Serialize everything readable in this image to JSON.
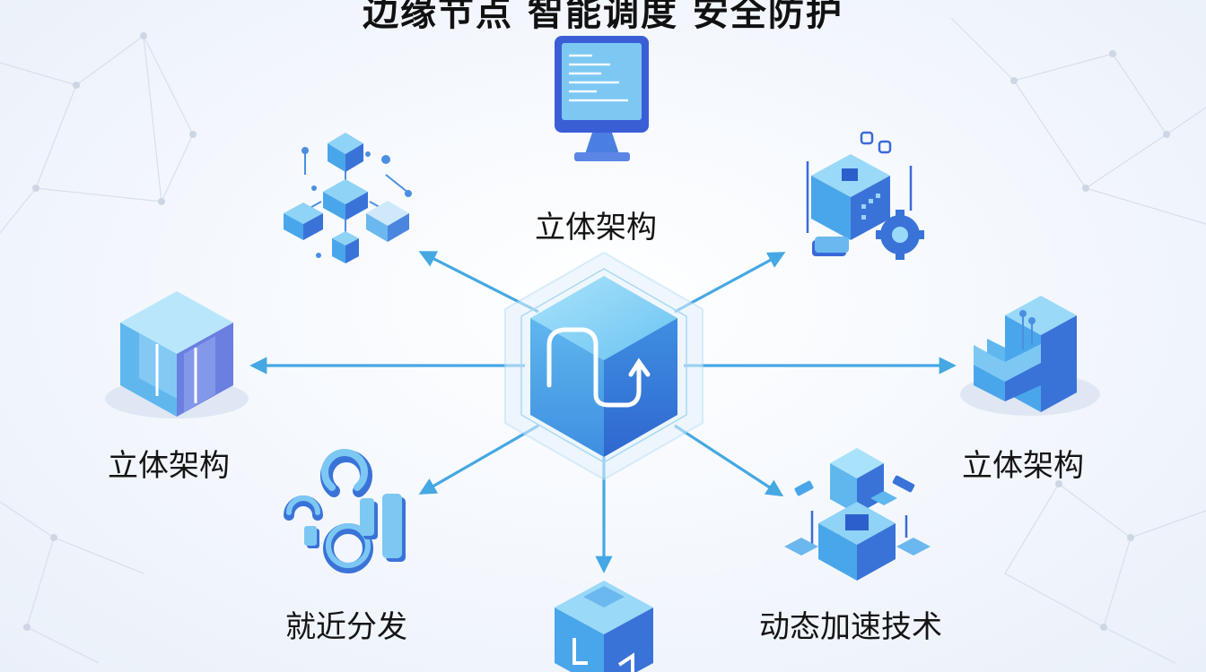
{
  "diagram": {
    "title": "边缘节点 智能调度 安全防护",
    "center_node": {
      "icon": "central-network-cube-icon"
    },
    "nodes": [
      {
        "id": "top",
        "label": "立体架构",
        "icon": "monitor-icon"
      },
      {
        "id": "left",
        "label": "立体架构",
        "icon": "layered-cube-icon"
      },
      {
        "id": "right",
        "label": "立体架构",
        "icon": "open-box-icon"
      },
      {
        "id": "bottom-left",
        "label": "就近分发",
        "icon": "distributed-shapes-icon"
      },
      {
        "id": "bottom-right",
        "label": "动态加速技术",
        "icon": "acceleration-cube-icon"
      },
      {
        "id": "top-left",
        "label": "",
        "icon": "node-network-icon"
      },
      {
        "id": "top-right",
        "label": "",
        "icon": "gear-cube-icon"
      },
      {
        "id": "bottom",
        "label": "",
        "icon": "puzzle-cube-icon"
      }
    ],
    "colors": {
      "accent": "#3fa9e4",
      "cube_light": "#8fd3f7",
      "cube_mid": "#4aa6ea",
      "cube_dark": "#3a73d8",
      "text": "#141414"
    }
  }
}
